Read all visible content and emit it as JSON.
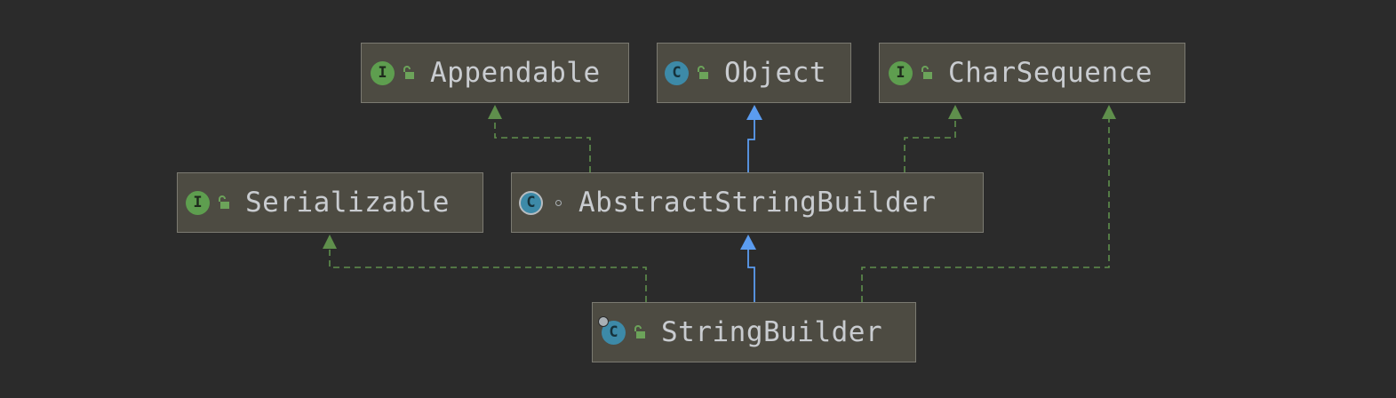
{
  "nodes": [
    {
      "id": "appendable",
      "name": "Appendable",
      "kind_letter": "I",
      "kind": "interface",
      "visibility": "public"
    },
    {
      "id": "object",
      "name": "Object",
      "kind_letter": "C",
      "kind": "class",
      "visibility": "public"
    },
    {
      "id": "charsequence",
      "name": "CharSequence",
      "kind_letter": "I",
      "kind": "interface",
      "visibility": "public"
    },
    {
      "id": "serializable",
      "name": "Serializable",
      "kind_letter": "I",
      "kind": "interface",
      "visibility": "public"
    },
    {
      "id": "abstractstringbuilder",
      "name": "AbstractStringBuilder",
      "kind_letter": "C",
      "kind": "abstract class",
      "visibility": "package-private"
    },
    {
      "id": "stringbuilder",
      "name": "StringBuilder",
      "kind_letter": "C",
      "kind": "final class",
      "visibility": "public"
    }
  ],
  "edges": [
    {
      "from": "abstractstringbuilder",
      "to": "appendable",
      "type": "implements"
    },
    {
      "from": "abstractstringbuilder",
      "to": "object",
      "type": "extends"
    },
    {
      "from": "abstractstringbuilder",
      "to": "charsequence",
      "type": "implements"
    },
    {
      "from": "stringbuilder",
      "to": "serializable",
      "type": "implements"
    },
    {
      "from": "stringbuilder",
      "to": "abstractstringbuilder",
      "type": "extends"
    },
    {
      "from": "stringbuilder",
      "to": "charsequence",
      "type": "implements"
    }
  ],
  "colors": {
    "background": "#2b2b2b",
    "node_fill": "#4d4b42",
    "node_border": "#7b7a71",
    "text": "#c9ccd0",
    "extends_edge": "#5b9cf0",
    "implements_edge": "#5f8f4c",
    "interface_icon": "#5e9e4f",
    "class_icon": "#3d8aa8",
    "lock_icon": "#6ca35a"
  }
}
